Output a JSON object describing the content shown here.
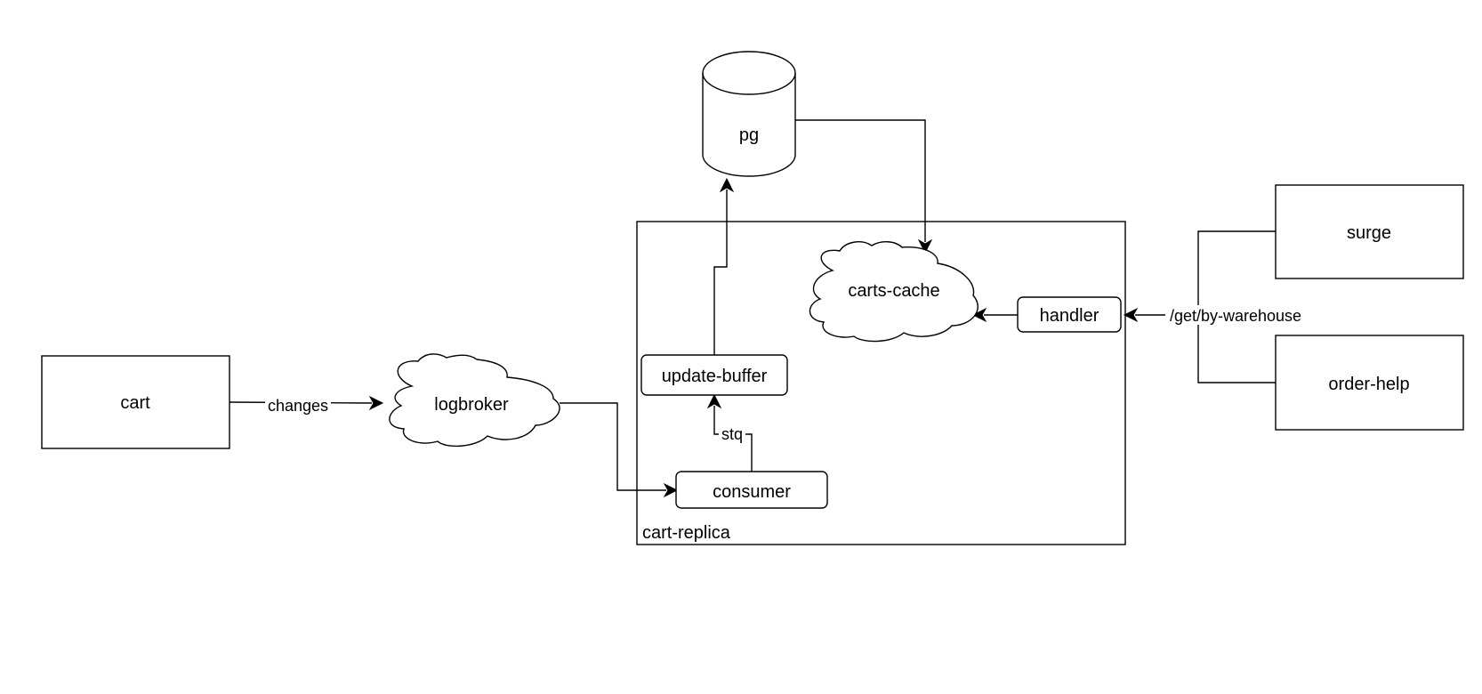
{
  "nodes": {
    "cart": "cart",
    "logbroker": "logbroker",
    "pg": "pg",
    "carts_cache": "carts-cache",
    "handler": "handler",
    "update_buffer": "update-buffer",
    "consumer": "consumer",
    "surge": "surge",
    "order_help": "order-help"
  },
  "groups": {
    "cart_replica": "cart-replica"
  },
  "edges": {
    "cart_to_logbroker": "changes",
    "consumer_to_update_buffer": "stq",
    "clients_to_handler": "/get/by-warehouse"
  },
  "colors": {
    "stroke": "#000000",
    "fill": "#ffffff"
  }
}
